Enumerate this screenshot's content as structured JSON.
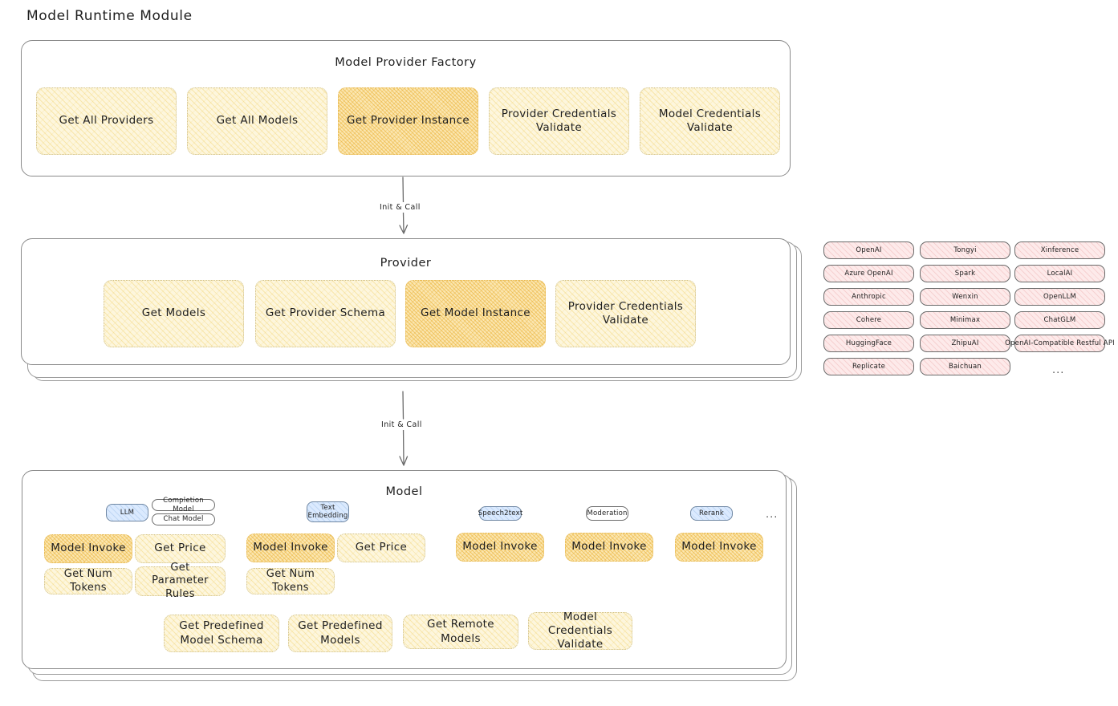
{
  "page": {
    "title": "Model Runtime Module",
    "background": "#ffffff",
    "accent_yellow": "#fdf6dd",
    "accent_yellow_highlight": "#fbe6b0",
    "accent_blue": "#dbeafe",
    "accent_pink": "#fdeaea",
    "stroke": "#1e1e1e"
  },
  "factory": {
    "title": "Model Provider Factory",
    "cards": [
      {
        "label": "Get All Providers",
        "highlighted": false
      },
      {
        "label": "Get All Models",
        "highlighted": false
      },
      {
        "label": "Get Provider Instance",
        "highlighted": true
      },
      {
        "label": "Provider Credentials Validate",
        "highlighted": false
      },
      {
        "label": "Model Credentials Validate",
        "highlighted": false
      }
    ]
  },
  "arrow_top": {
    "label": "Init & Call"
  },
  "provider": {
    "title": "Provider",
    "cards": [
      {
        "label": "Get Models",
        "highlighted": false
      },
      {
        "label": "Get Provider Schema",
        "highlighted": false
      },
      {
        "label": "Get Model Instance",
        "highlighted": true
      },
      {
        "label": "Provider Credentials Validate",
        "highlighted": false
      }
    ]
  },
  "arrow_bottom": {
    "label": "Init & Call"
  },
  "provider_list": {
    "columns": [
      {
        "items": [
          "OpenAI",
          "Azure OpenAI",
          "Anthropic",
          "Cohere",
          "HuggingFace",
          "Replicate"
        ]
      },
      {
        "items": [
          "Tongyi",
          "Spark",
          "Wenxin",
          "Minimax",
          "ZhipuAI",
          "Baichuan"
        ]
      },
      {
        "items": [
          "Xinference",
          "LocalAI",
          "OpenLLM",
          "ChatGLM",
          "OpenAI-Compatible Restful API"
        ]
      }
    ],
    "more_indicator": "..."
  },
  "model": {
    "title": "Model",
    "more_indicator": "...",
    "types": [
      {
        "badges": [
          {
            "label": "LLM",
            "style": "blue"
          },
          {
            "label": "Completion Model",
            "style": "white"
          },
          {
            "label": "Chat Model",
            "style": "white"
          }
        ],
        "cards": [
          {
            "label": "Model Invoke",
            "highlighted": true
          },
          {
            "label": "Get Price",
            "highlighted": false
          },
          {
            "label": "Get Num Tokens",
            "highlighted": false
          },
          {
            "label": "Get Parameter Rules",
            "highlighted": false
          }
        ]
      },
      {
        "badges": [
          {
            "label": "Text Embedding",
            "style": "blue"
          }
        ],
        "cards": [
          {
            "label": "Model Invoke",
            "highlighted": true
          },
          {
            "label": "Get Price",
            "highlighted": false
          },
          {
            "label": "Get Num Tokens",
            "highlighted": false
          }
        ]
      },
      {
        "badges": [
          {
            "label": "Speech2text",
            "style": "blue"
          }
        ],
        "cards": [
          {
            "label": "Model Invoke",
            "highlighted": true
          }
        ]
      },
      {
        "badges": [
          {
            "label": "Moderation",
            "style": "white"
          }
        ],
        "cards": [
          {
            "label": "Model Invoke",
            "highlighted": true
          }
        ]
      },
      {
        "badges": [
          {
            "label": "Rerank",
            "style": "blue"
          }
        ],
        "cards": [
          {
            "label": "Model Invoke",
            "highlighted": true
          }
        ]
      }
    ],
    "common_cards": [
      {
        "label": "Get Predefined Model Schema"
      },
      {
        "label": "Get Predefined Models"
      },
      {
        "label": "Get Remote Models"
      },
      {
        "label": "Model Credentials Validate"
      }
    ]
  }
}
